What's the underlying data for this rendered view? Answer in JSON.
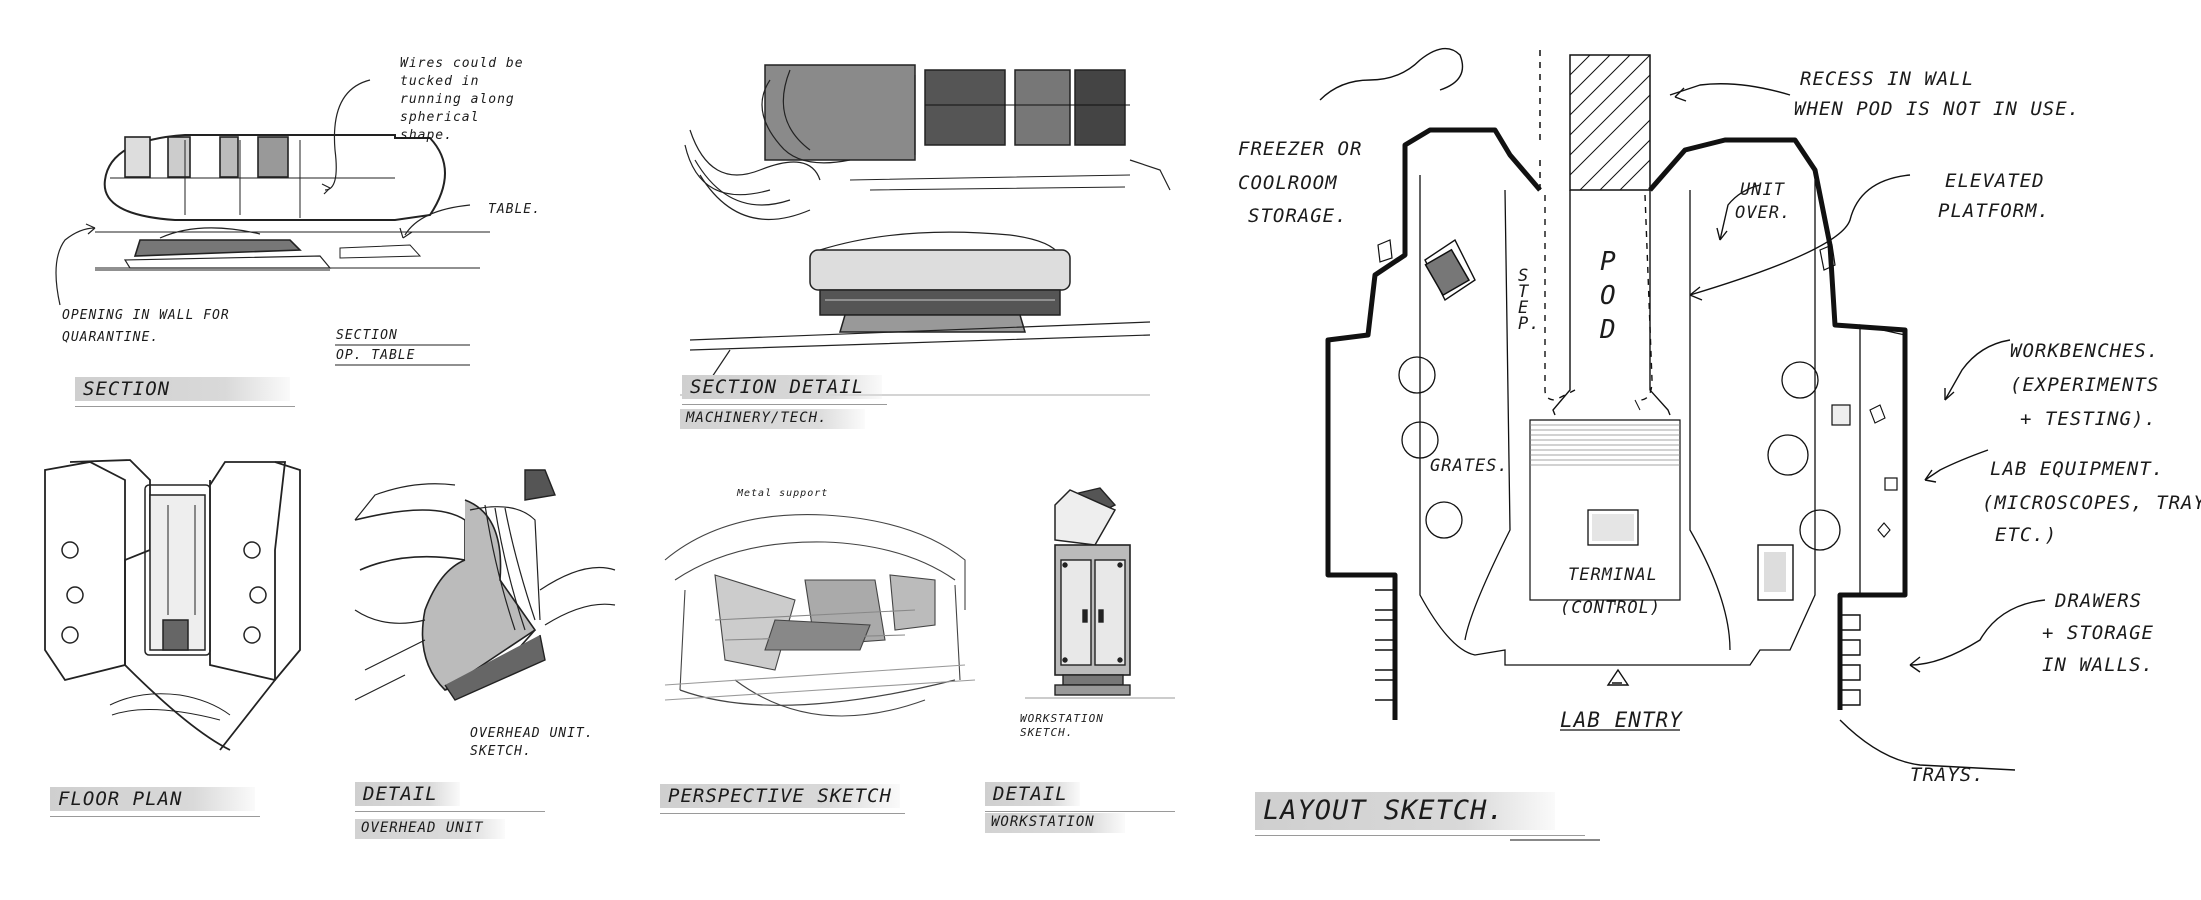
{
  "panels": {
    "section": {
      "title": "SECTION",
      "notes": {
        "wires": "Wires could be tucked in running along spherical shape.",
        "table": "TABLE.",
        "opening": "OPENING IN WALL FOR QUARANTINE.",
        "section_label": "SECTION",
        "op_table": "OP. TABLE"
      }
    },
    "section_detail": {
      "title": "SECTION DETAIL",
      "subtitle": "MACHINERY/TECH."
    },
    "floor_plan": {
      "title": "FLOOR PLAN"
    },
    "detail_overhead": {
      "title": "DETAIL",
      "subtitle": "OVERHEAD UNIT",
      "note": "OVERHEAD UNIT. SKETCH."
    },
    "perspective": {
      "title": "PERSPECTIVE SKETCH",
      "note": "Metal support"
    },
    "detail_workstation": {
      "title": "DETAIL",
      "subtitle": "WORKSTATION",
      "note": "WORKSTATION SKETCH."
    },
    "layout": {
      "title": "LAYOUT SKETCH.",
      "notes": {
        "freezer": [
          "FREEZER OR",
          "COOLROOM",
          "STORAGE."
        ],
        "recess": [
          "RECESS IN WALL",
          "WHEN POD IS NOT IN USE."
        ],
        "unit_over": [
          "UNIT",
          "OVER."
        ],
        "elevated": [
          "ELEVATED",
          "PLATFORM."
        ],
        "step": "STEP.",
        "pod": "POD",
        "workbenches": [
          "WORKBENCHES.",
          "(EXPERIMENTS",
          "+ TESTING)."
        ],
        "lab_equipment": [
          "LAB EQUIPMENT.",
          "(MICROSCOPES, TRAYS",
          "ETC.)"
        ],
        "grates": "GRATES.",
        "terminal": [
          "TERMINAL",
          "(CONTROL)"
        ],
        "drawers": [
          "DRAWERS",
          "+ STORAGE",
          "IN WALLS."
        ],
        "trays": "TRAYS.",
        "lab_entry": "LAB ENTRY"
      }
    }
  }
}
